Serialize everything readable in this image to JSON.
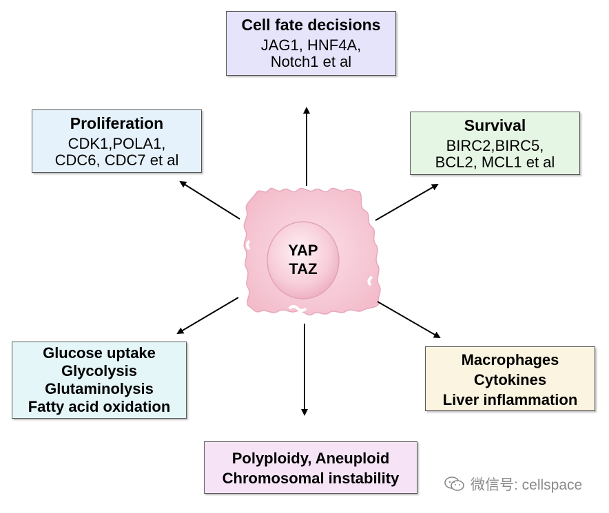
{
  "center": {
    "line1": "YAP",
    "line2": "TAZ"
  },
  "boxes": {
    "cell_fate": {
      "title": "Cell fate decisions",
      "lines": [
        "JAG1, HNF4A,",
        "Notch1  et al"
      ],
      "color": "#e6e4fb"
    },
    "proliferation": {
      "title": "Proliferation",
      "lines": [
        "CDK1,POLA1,",
        "CDC6, CDC7 et al"
      ],
      "color": "#e6f2fb"
    },
    "survival": {
      "title": "Survival",
      "lines": [
        "BIRC2,BIRC5,",
        "BCL2, MCL1 et al"
      ],
      "color": "#e6f6e4"
    },
    "metabolism": {
      "lines": [
        "Glucose uptake",
        "Glycolysis",
        "Glutaminolysis",
        "Fatty acid oxidation"
      ],
      "color": "#e4f6f8"
    },
    "inflammation": {
      "lines": [
        "Macrophages",
        "Cytokines",
        "Liver inflammation"
      ],
      "color": "#fbf4e0"
    },
    "genome": {
      "lines": [
        "Polyploidy, Aneuploid",
        "Chromosomal instability"
      ],
      "color": "#f6e4f6"
    }
  },
  "watermark": {
    "text": "微信号: cellspace",
    "icon": "wechat-icon"
  },
  "colors": {
    "cell": "#f5c6d4",
    "nucleus": "#f2b8c8",
    "arrow": "#000000"
  }
}
